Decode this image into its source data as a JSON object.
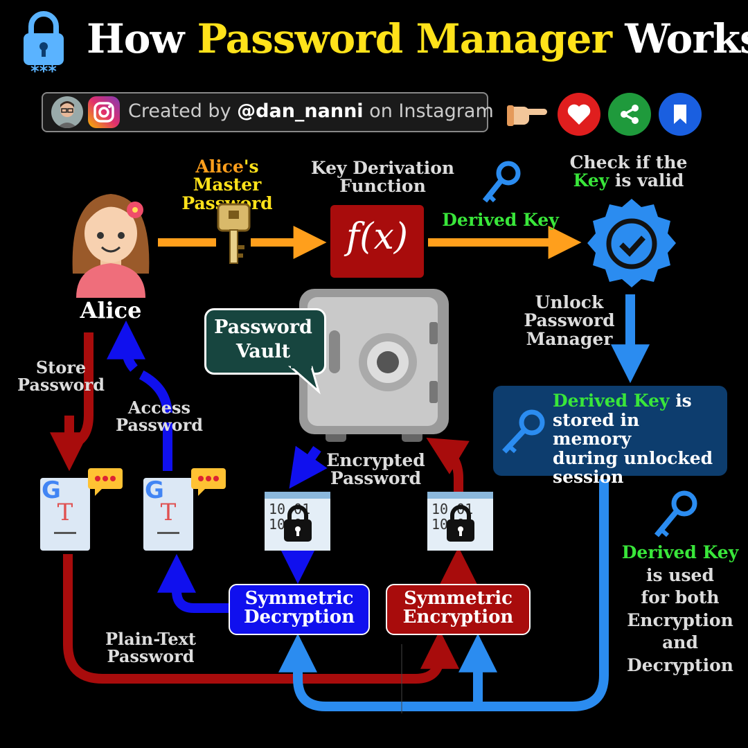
{
  "title": {
    "prefix": "How",
    "highlight": "Password Manager",
    "suffix": "Works"
  },
  "credit": {
    "prefix": "Created by",
    "handle": "@dan_nanni",
    "suffix": "on Instagram"
  },
  "actions": [
    "pointing-hand-icon",
    "heart-icon",
    "share-icon",
    "bookmark-icon"
  ],
  "nodes": {
    "alice": "Alice",
    "master_password_name": "Alice",
    "master_password_rest": "'s Master",
    "master_password_line2": "Password",
    "kdf_line1": "Key Derivation",
    "kdf_line2": "Function",
    "kdf_symbol": "f(x)",
    "derived_key": "Derived Key",
    "check_line1": "Check if the",
    "check_key": "Key",
    "check_rest": " is valid",
    "unlock_line1": "Unlock",
    "unlock_line2": "Password",
    "unlock_line3": "Manager",
    "memory_key": "Derived Key",
    "memory_rest": " is",
    "memory_line2": "stored in memory",
    "memory_line3": "during unlocked",
    "memory_line4": "session",
    "vault_line1": "Password",
    "vault_line2": "Vault",
    "encrypted_line1": "Encrypted",
    "encrypted_line2": "Password",
    "store_line1": "Store",
    "store_line2": "Password",
    "access_line1": "Access",
    "access_line2": "Password",
    "plain_line1": "Plain-Text",
    "plain_line2": "Password",
    "dec_line1": "Symmetric",
    "dec_line2": "Decryption",
    "enc_line1": "Symmetric",
    "enc_line2": "Encryption",
    "both_key": "Derived Key",
    "both_line2": "is used",
    "both_line3": "for both",
    "both_line4": "Encryption",
    "both_line5": "and",
    "both_line6": "Decryption",
    "binary_row1": "10 01",
    "binary_row2": "10 01",
    "doc_letter": "T",
    "doc_brand": "G"
  },
  "colors": {
    "orange": "#ff9f1c",
    "yellow": "#ffe21a",
    "green": "#39e63a",
    "blue_arrow": "#1010ee",
    "light_blue": "#2b8cf0",
    "red_arrow": "#a80c0c"
  }
}
